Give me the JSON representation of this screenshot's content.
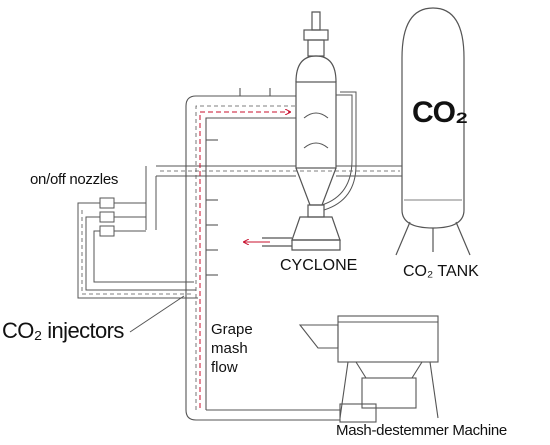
{
  "labels": {
    "nozzles": "on/off nozzles",
    "injectors": "CO₂ injectors",
    "cyclone": "CYCLONE",
    "tank": "CO₂ TANK",
    "tank_body": "CO₂",
    "grape_flow": [
      "Grape",
      "mash",
      "flow"
    ],
    "machine": "Mash-destemmer Machine"
  },
  "colors": {
    "line": "#555555",
    "flow_arrow": "#c8102e",
    "text": "#111111"
  }
}
